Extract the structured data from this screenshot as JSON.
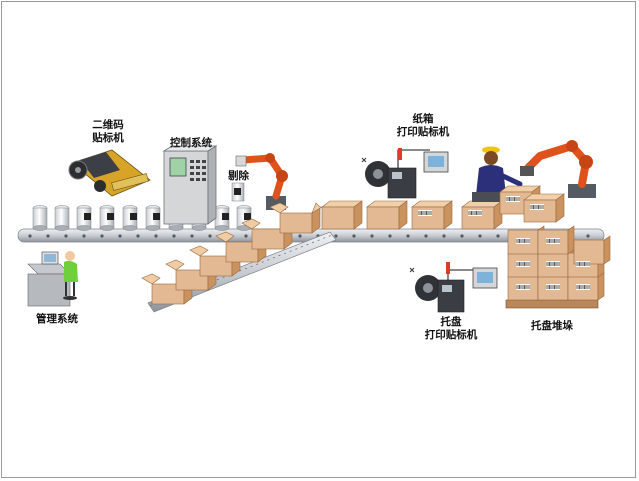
{
  "labels": {
    "qr_labeler_line1": "二维码",
    "qr_labeler_line2": "贴标机",
    "control_system": "控制系统",
    "remove": "剔除",
    "carton_line1": "纸箱",
    "carton_line2": "打印贴标机",
    "management_system": "管理系统",
    "pallet_line1": "托盘",
    "pallet_line2": "打印贴标机",
    "palletizing": "托盘堆垛"
  },
  "colors": {
    "conveyor": "#c9cdd3",
    "box": "#e2b993",
    "box_dark": "#c9925f",
    "robot": "#e0521c",
    "panel": "#d4d6d8"
  }
}
